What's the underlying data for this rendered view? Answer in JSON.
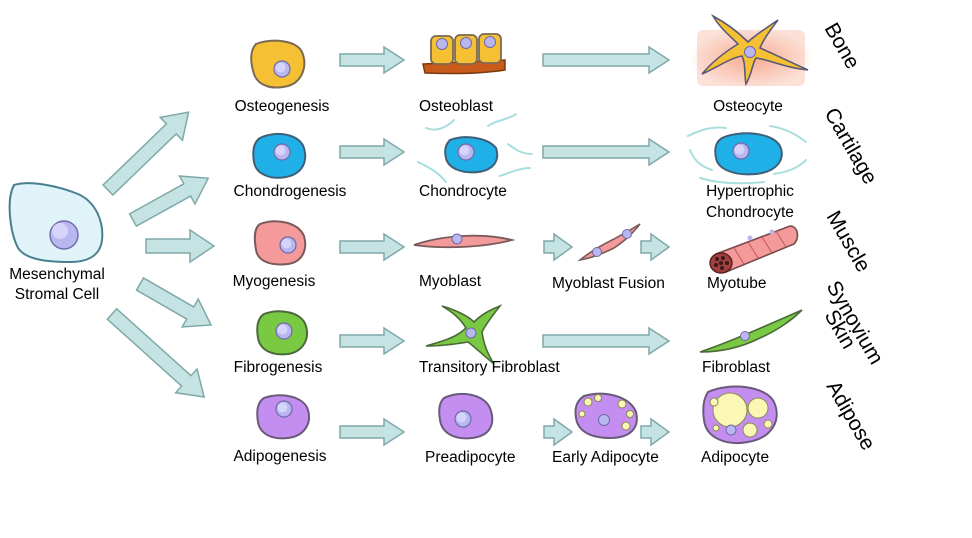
{
  "source": {
    "line1": "Mesenchymal",
    "line2": "Stromal Cell"
  },
  "rows": [
    {
      "id": "bone",
      "process": "Osteogenesis",
      "stage1": "Osteoblast",
      "final": "Osteocyte",
      "tissue": "Bone",
      "color": "#f5c033"
    },
    {
      "id": "cartilage",
      "process": "Chondrogenesis",
      "stage1": "Chondrocyte",
      "final_line1": "Hypertrophic",
      "final_line2": "Chondrocyte",
      "tissue": "Cartilage",
      "color": "#1fb0e8"
    },
    {
      "id": "muscle",
      "process": "Myogenesis",
      "stage1": "Myoblast",
      "stage2": "Myoblast Fusion",
      "final": "Myotube",
      "tissue": "Muscle",
      "color": "#f59a9a"
    },
    {
      "id": "synovium",
      "process": "Fibrogenesis",
      "stage1": "Transitory Fibroblast",
      "final": "Fibroblast",
      "tissue_line1": "Synovium",
      "tissue_line2": "Skin",
      "color": "#7ac943"
    },
    {
      "id": "adipose",
      "process": "Adipogenesis",
      "stage1": "Preadipocyte",
      "stage2": "Early Adipocyte",
      "final": "Adipocyte",
      "tissue": "Adipose",
      "color": "#c38ef0"
    }
  ],
  "colors": {
    "arrow_fill": "#c5e3e3",
    "arrow_stroke": "#7fa9a9",
    "nucleus": "#b9b6f0",
    "source_cell": "#dff3f8",
    "bone_matrix": "#c85a1c",
    "lipid": "#fbf7b5"
  }
}
